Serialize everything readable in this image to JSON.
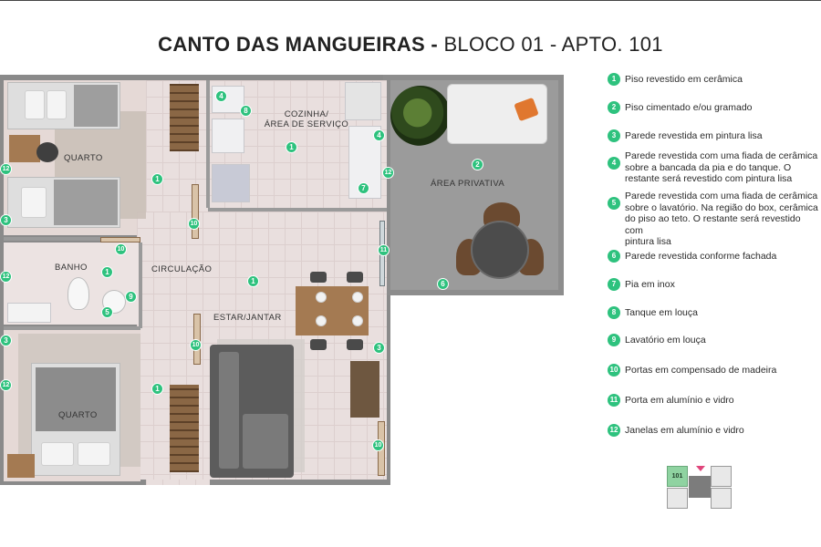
{
  "title": {
    "bold": "CANTO DAS MANGUEIRAS -",
    "light": " BLOCO 01 - APTO. 101"
  },
  "rooms": {
    "quarto_1": "QUARTO",
    "quarto_2": "QUARTO",
    "cozinha": "COZINHA/\nÁREA DE SERVIÇO",
    "banho": "BANHO",
    "circulacao": "CIRCULAÇÃO",
    "estar": "ESTAR/JANTAR",
    "area_privativa": "ÁREA PRIVATIVA"
  },
  "markers": [
    "1",
    "2",
    "3",
    "4",
    "5",
    "6",
    "7",
    "8",
    "9",
    "10",
    "11",
    "12"
  ],
  "legend": [
    {
      "num": "1",
      "text": "Piso revestido em cerâmica"
    },
    {
      "num": "2",
      "text": "Piso cimentado e/ou gramado"
    },
    {
      "num": "3",
      "text": "Parede revestida em pintura lisa"
    },
    {
      "num": "4",
      "text": "Parede revestida com uma fiada de cerâmica\nsobre a bancada da pia e do tanque. O\nrestante será revestido com pintura lisa"
    },
    {
      "num": "5",
      "text": "Parede revestida com uma fiada de cerâmica\nsobre o lavatório. Na região do box, cerâmica\ndo piso ao teto. O restante será revestido com\npintura lisa"
    },
    {
      "num": "6",
      "text": "Parede revestida conforme fachada"
    },
    {
      "num": "7",
      "text": "Pia em inox"
    },
    {
      "num": "8",
      "text": "Tanque em louça"
    },
    {
      "num": "9",
      "text": "Lavatório em louça"
    },
    {
      "num": "10",
      "text": "Portas em compensado de madeira"
    },
    {
      "num": "11",
      "text": "Porta em alumínio e vidro"
    },
    {
      "num": "12",
      "text": "Janelas em alumínio e vidro"
    }
  ],
  "keyplan": {
    "unit": "101"
  },
  "colors": {
    "marker": "#2ec27e",
    "accent_arrow": "#e0457b",
    "floor": "#e7dcdb",
    "patio": "#9b9b9b"
  }
}
